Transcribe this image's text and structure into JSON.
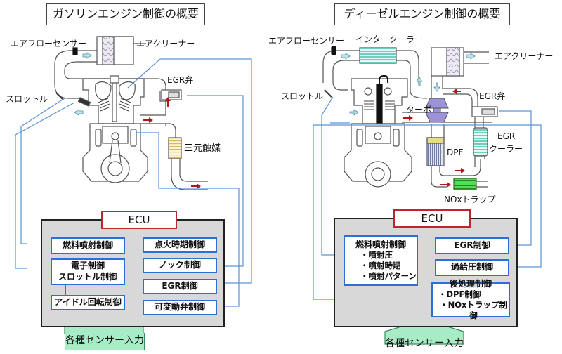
{
  "colors": {
    "signal_line": "#5b93d6",
    "ecu_border": "#b8282e",
    "control_box_border": "#2c6fd6",
    "ecu_panel_bg": "#d8d8d8",
    "sensor_arrow_fill": "#a8ecc6",
    "exhaust_arrow": "#b01818",
    "intake_arrow": "#b8e8f0",
    "intercooler": "#7fd8c8",
    "catalyst": "#f5e6a8",
    "nox_trap": "#3dbf3d",
    "turbo": "#9c92d8"
  },
  "gasoline": {
    "title": "ガソリンエンジン制御の概要",
    "labels": {
      "air_flow_sensor": "エアフローセンサー",
      "air_cleaner": "エアクリーナー",
      "throttle": "スロットル",
      "egr_valve": "EGR弁",
      "catalyst": "三元触媒"
    },
    "ecu": {
      "label": "ECU",
      "controls_left": [
        {
          "text": "燃料噴射制御"
        },
        {
          "line1": "電子制御",
          "line2": "スロットル制御"
        },
        {
          "text": "アイドル回転制御"
        }
      ],
      "controls_right": [
        {
          "text": "点火時期制御"
        },
        {
          "text": "ノック制御"
        },
        {
          "text": "EGR制御"
        },
        {
          "text": "可変動弁制御"
        }
      ],
      "sensor_input": "各種センサー入力"
    }
  },
  "diesel": {
    "title": "ディーゼルエンジン制御の概要",
    "labels": {
      "air_flow_sensor": "エアフローセンサー",
      "intercooler": "インタークーラー",
      "air_cleaner": "エアクリーナー",
      "throttle": "スロットル",
      "egr_valve": "EGR弁",
      "turbo": "ターボ",
      "dpf": "DPF",
      "egr_cooler_line1": "EGR",
      "egr_cooler_line2": "クーラー",
      "nox_trap": "NOxトラップ"
    },
    "ecu": {
      "label": "ECU",
      "fuel_injection": {
        "title": "燃料噴射制御",
        "items": [
          "・噴射圧",
          "・噴射時期",
          "・噴射パターン"
        ]
      },
      "egr_control": "EGR制御",
      "boost_control": "過給圧制御",
      "aftertreatment": {
        "title": "後処理制御",
        "items": [
          "・DPF制御",
          "・NOxトラップ制御"
        ]
      },
      "sensor_input": "各種センサー入力"
    }
  }
}
